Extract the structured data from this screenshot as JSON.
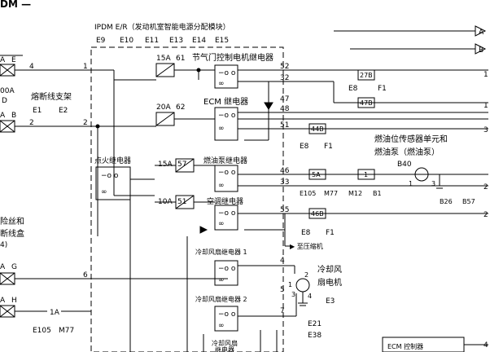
{
  "header": {
    "corner_title": "DM —",
    "ipdm_title": "IPDM E/R（发动机室智能电源分配模块）",
    "ipdm_connectors": [
      "E9",
      "E10",
      "E11",
      "E13",
      "E14",
      "E15"
    ]
  },
  "left": {
    "fuse_a_label": "A",
    "fuse_a_conn": "E",
    "fuse_a_amp": "00A",
    "fuse_a_sub": "D",
    "fusible_link_label": "熔断线支架",
    "fusible_link_conns": [
      "E1",
      "E2"
    ],
    "fuse_b_label": "A",
    "fuse_b_conn": "B",
    "fusebox_label_1": "险丝和",
    "fusebox_label_2": "断线盒",
    "fusebox_label_3": "4)",
    "fuse_g_label": "A",
    "fuse_g_conn": "G",
    "fuse_h_label": "A",
    "fuse_h_conn": "H",
    "conn_1a": "1A",
    "bottom_conns": [
      "E105",
      "M77"
    ]
  },
  "fuses": {
    "f61_amp": "15A",
    "f61_num": "61",
    "f62_amp": "20A",
    "f62_num": "62",
    "f57_amp": "15A",
    "f57_num": "57",
    "f51_amp": "10A",
    "f51_num": "51"
  },
  "relays": {
    "throttle": "节气门控制电机继电器",
    "ecm": "ECM 继电器",
    "ignition": "点火继电器",
    "fuel_pump": "燃油泵继电器",
    "ac": "空调继电器",
    "fan1": "冷却风扇继电器 1",
    "fan2": "冷却风扇继电器 2",
    "fan3_line1": "冷却风扇",
    "fan3_line2": "继电器"
  },
  "wires": {
    "w4": "4",
    "w1": "1",
    "w2": "2",
    "w2b": "2",
    "w6": "6",
    "w52": "52",
    "w32": "32",
    "w47": "47",
    "w48": "48",
    "w51": "51",
    "w46": "46",
    "w33": "33",
    "w55": "55",
    "w4b": "4",
    "w5": "5",
    "w7": "7",
    "wr1": "1",
    "wr1b": "1",
    "wr3": "3",
    "wr2": "2",
    "wr2b": "2",
    "wr4": "4"
  },
  "connectors": {
    "c27b": "27B",
    "c47b": "47B",
    "c44b": "44B",
    "c5a": "5A",
    "c1": "1",
    "c46b": "46B",
    "e8": "E8",
    "f1": "F1",
    "e105": "E105",
    "m77": "M77",
    "m12": "M12",
    "b1": "B1",
    "b26": "B26",
    "b57": "B57",
    "e3": "E3",
    "e21": "E21",
    "e38": "E38",
    "to_a": "A",
    "to_b": "B"
  },
  "components": {
    "fuel_sensor_1": "燃油位传感器单元和",
    "fuel_sensor_2": "燃油泵（燃油泵）",
    "fuel_sensor_conn": "B40",
    "motor_pins": "1 ─ⓜ─ 3",
    "pin1": "1",
    "pin3": "3",
    "fan_motor_1": "冷却风",
    "fan_motor_2": "扇电机",
    "fan_pin1": "1",
    "fan_pin2": "2",
    "fan_pin3": "3",
    "fan_pin4": "4",
    "to_compressor": "▶ 至压缩机",
    "bottom_right_box": "ECM 控制器"
  }
}
